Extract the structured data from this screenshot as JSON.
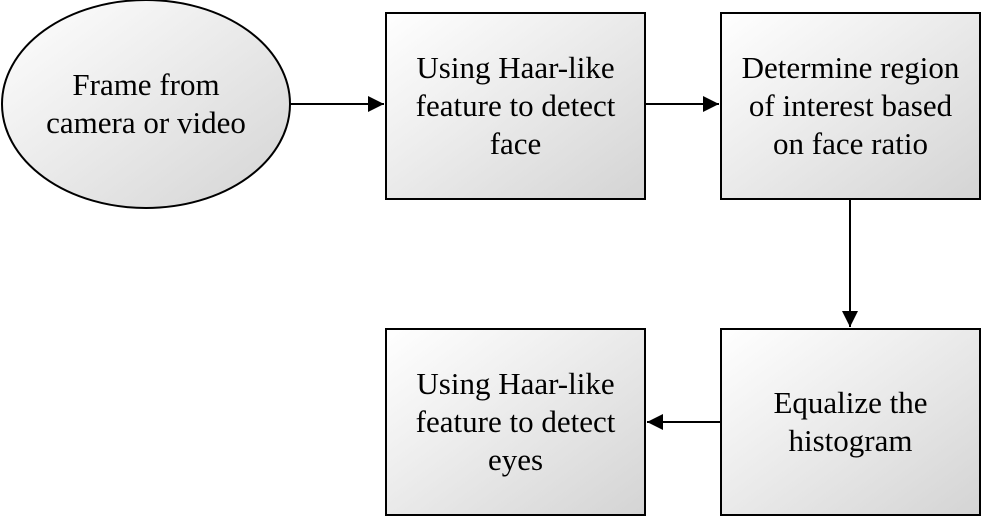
{
  "colors": {
    "box_fill_light": "#ffffff",
    "box_fill_dark": "#d4d4d4",
    "stroke": "#000000"
  },
  "nodes": {
    "start": {
      "shape": "ellipse",
      "label": "Frame from\ncamera or video"
    },
    "detect_face": {
      "shape": "rectangle",
      "label": "Using Haar-like\nfeature to detect\nface"
    },
    "roi": {
      "shape": "rectangle",
      "label": "Determine region\nof interest based\non face ratio"
    },
    "equalize": {
      "shape": "rectangle",
      "label": "Equalize the\nhistogram"
    },
    "detect_eyes": {
      "shape": "rectangle",
      "label": "Using Haar-like\nfeature to detect\neyes"
    }
  },
  "edges": [
    {
      "from": "start",
      "to": "detect_face"
    },
    {
      "from": "detect_face",
      "to": "roi"
    },
    {
      "from": "roi",
      "to": "equalize"
    },
    {
      "from": "equalize",
      "to": "detect_eyes"
    }
  ]
}
